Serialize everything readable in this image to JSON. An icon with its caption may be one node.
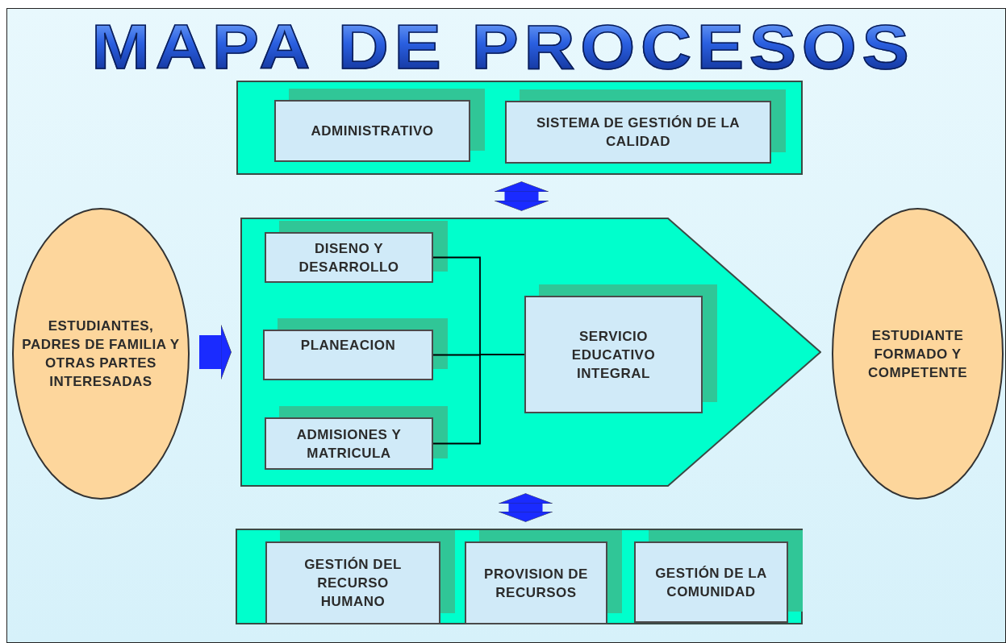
{
  "diagram": {
    "title": "MAPA DE PROCESOS",
    "nodes": [
      {
        "text": [],
        "shape": "box"
      },
      {
        "text": [
          "ADMINISTRATIVO"
        ],
        "in": 0
      },
      {
        "text": [
          "SISTEMA  DE GESTIÓN DE LA CALIDAD"
        ],
        "in": 0
      },
      {
        "text": [
          "ESTUDIANTES, PADRES DE FAMILIA Y OTRAS PARTES INTERESADAS"
        ]
      },
      {
        "text": [],
        "shape": "pentagon"
      },
      {
        "text": [
          "DISENO Y DESARROLLO"
        ],
        "in": 4
      },
      {
        "text": [
          "PLANEACION"
        ],
        "in": 4
      },
      {
        "text": [
          "ADMISIONES Y MATRICULA"
        ],
        "in": 4
      },
      {
        "text": [
          "SERVICIO EDUCATIVO INTEGRAL"
        ],
        "in": 4
      },
      {
        "text": [
          "ESTUDIANTE FORMADO Y COMPETENTE"
        ]
      },
      {
        "text": [],
        "shape": "box"
      },
      {
        "text": [
          "GESTIÓN DEL RECURSO HUMANO"
        ],
        "in": 10
      },
      {
        "text": [
          "PROVISION DE RECURSOS"
        ],
        "in": 10
      },
      {
        "text": [
          "GESTIÓN DE LA COMUNIDAD"
        ],
        "in": 10
      }
    ],
    "edges": [
      {
        "from": 0,
        "to": 4,
        "arrow": "both",
        "style": "thick",
        "color": "#1a2bff"
      },
      {
        "from": 3,
        "to": 4,
        "arrow": "to",
        "style": "thick",
        "color": "#1a2bff"
      },
      {
        "from": 5,
        "to": 8,
        "arrow": "none",
        "color": "#000000"
      },
      {
        "from": 6,
        "to": 8,
        "arrow": "none",
        "color": "#000000"
      },
      {
        "from": 7,
        "to": 8,
        "arrow": "none",
        "color": "#000000"
      },
      {
        "from": 4,
        "to": 10,
        "arrow": "both",
        "style": "thick",
        "color": "#1a2bff"
      }
    ]
  }
}
